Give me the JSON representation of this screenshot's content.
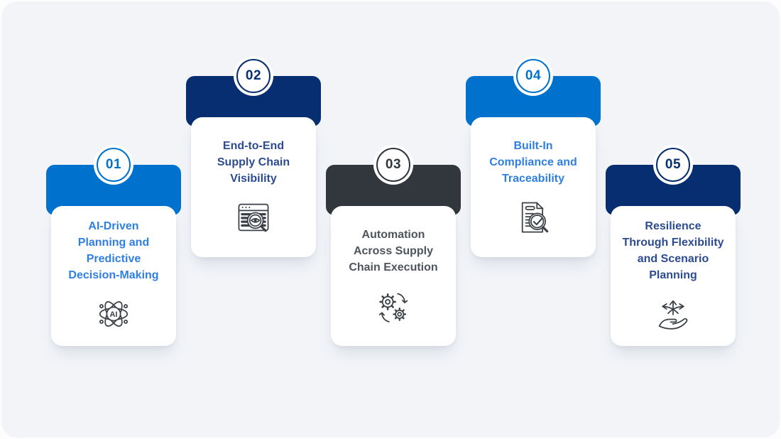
{
  "canvas": {
    "panel_background": "#f2f4f8",
    "card_background": "#ffffff",
    "icon_stroke": "#3a4046"
  },
  "cards": [
    {
      "number": "01",
      "title": "AI-Driven\nPlanning and\nPredictive\nDecision-Making",
      "accent": "#0072ce",
      "text_color": "#2f7fe3",
      "icon": "ai-atom-icon"
    },
    {
      "number": "02",
      "title": "End-to-End\nSupply Chain\nVisibility",
      "accent": "#072e70",
      "text_color": "#2c4b92",
      "icon": "supply-chain-visibility-icon"
    },
    {
      "number": "03",
      "title": "Automation\nAcross Supply\nChain Execution",
      "accent": "#32373e",
      "text_color": "#4e545b",
      "icon": "automation-gears-icon"
    },
    {
      "number": "04",
      "title": "Built-In\nCompliance and\nTraceability",
      "accent": "#0072ce",
      "text_color": "#2f7fe3",
      "icon": "compliance-document-icon"
    },
    {
      "number": "05",
      "title": "Resilience\nThrough Flexibility\nand Scenario\nPlanning",
      "accent": "#072e70",
      "text_color": "#2c4b92",
      "icon": "flexibility-hand-icon"
    }
  ]
}
